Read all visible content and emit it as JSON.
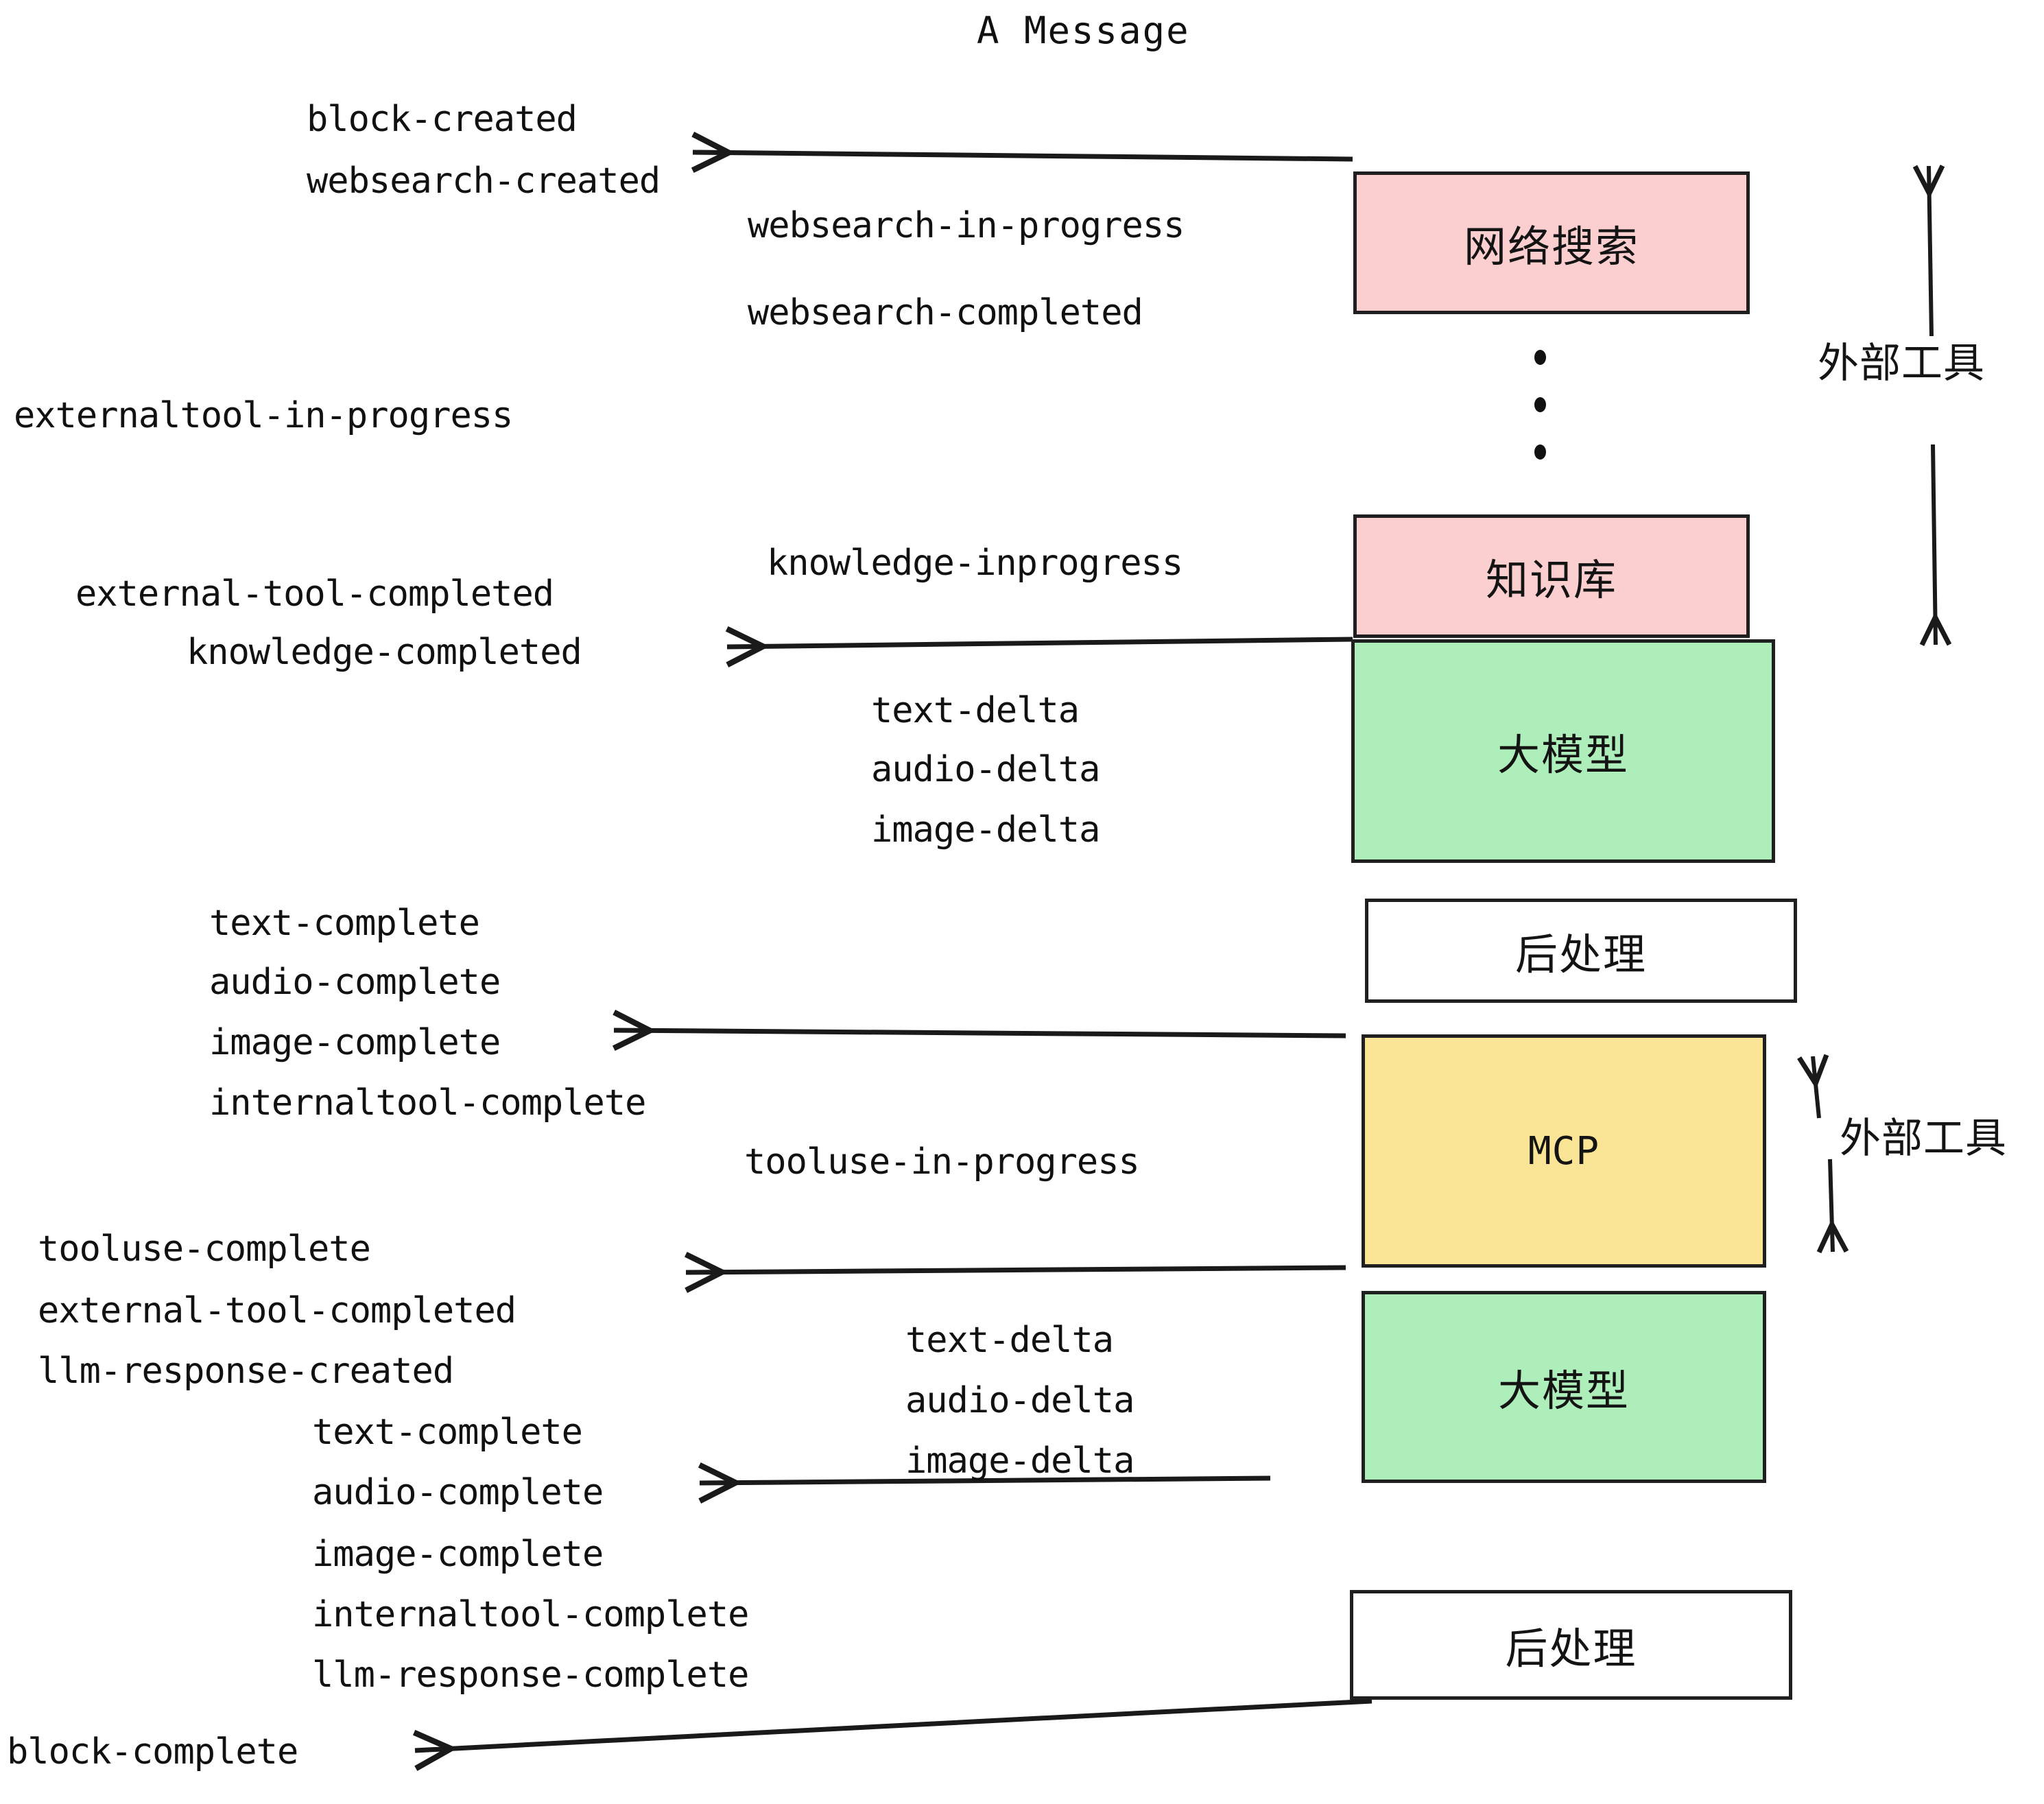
{
  "title": "A Message",
  "colors": {
    "pink": "#FBCFCF",
    "green": "#AEEEBB",
    "yellow": "#FAE596",
    "white": "#FFFFFF",
    "stroke": "#1F1F1F",
    "text": "#111111"
  },
  "boxes": {
    "websearch": "网络搜索",
    "knowledge": "知识库",
    "llm_1": "大模型",
    "postprocess_1": "后处理",
    "mcp": "MCP",
    "llm_2": "大模型",
    "postprocess_2": "后处理"
  },
  "side_labels": {
    "external_tool_top": "外部工具",
    "external_tool_bottom": "外部工具"
  },
  "events": {
    "block_created": "block-created",
    "websearch_created": "websearch-created",
    "websearch_in_progress": "websearch-in-progress",
    "websearch_completed": "websearch-completed",
    "externaltool_in_progress": "externaltool-in-progress",
    "knowledge_inprogress": "knowledge-inprogress",
    "external_tool_completed_1": "external-tool-completed",
    "knowledge_completed": "knowledge-completed",
    "text_delta_1": "text-delta",
    "audio_delta_1": "audio-delta",
    "image_delta_1": "image-delta",
    "text_complete_1": "text-complete",
    "audio_complete_1": "audio-complete",
    "image_complete_1": "image-complete",
    "internaltool_complete_1": "internaltool-complete",
    "tooluse_in_progress": "tooluse-in-progress",
    "tooluse_complete": "tooluse-complete",
    "external_tool_completed_2": "external-tool-completed",
    "llm_response_created": "llm-response-created",
    "text_delta_2": "text-delta",
    "audio_delta_2": "audio-delta",
    "image_delta_2": "image-delta",
    "text_complete_2": "text-complete",
    "audio_complete_2": "audio-complete",
    "image_complete_2": "image-complete",
    "internaltool_complete_2": "internaltool-complete",
    "llm_response_complete": "llm-response-complete",
    "block_complete": "block-complete"
  }
}
